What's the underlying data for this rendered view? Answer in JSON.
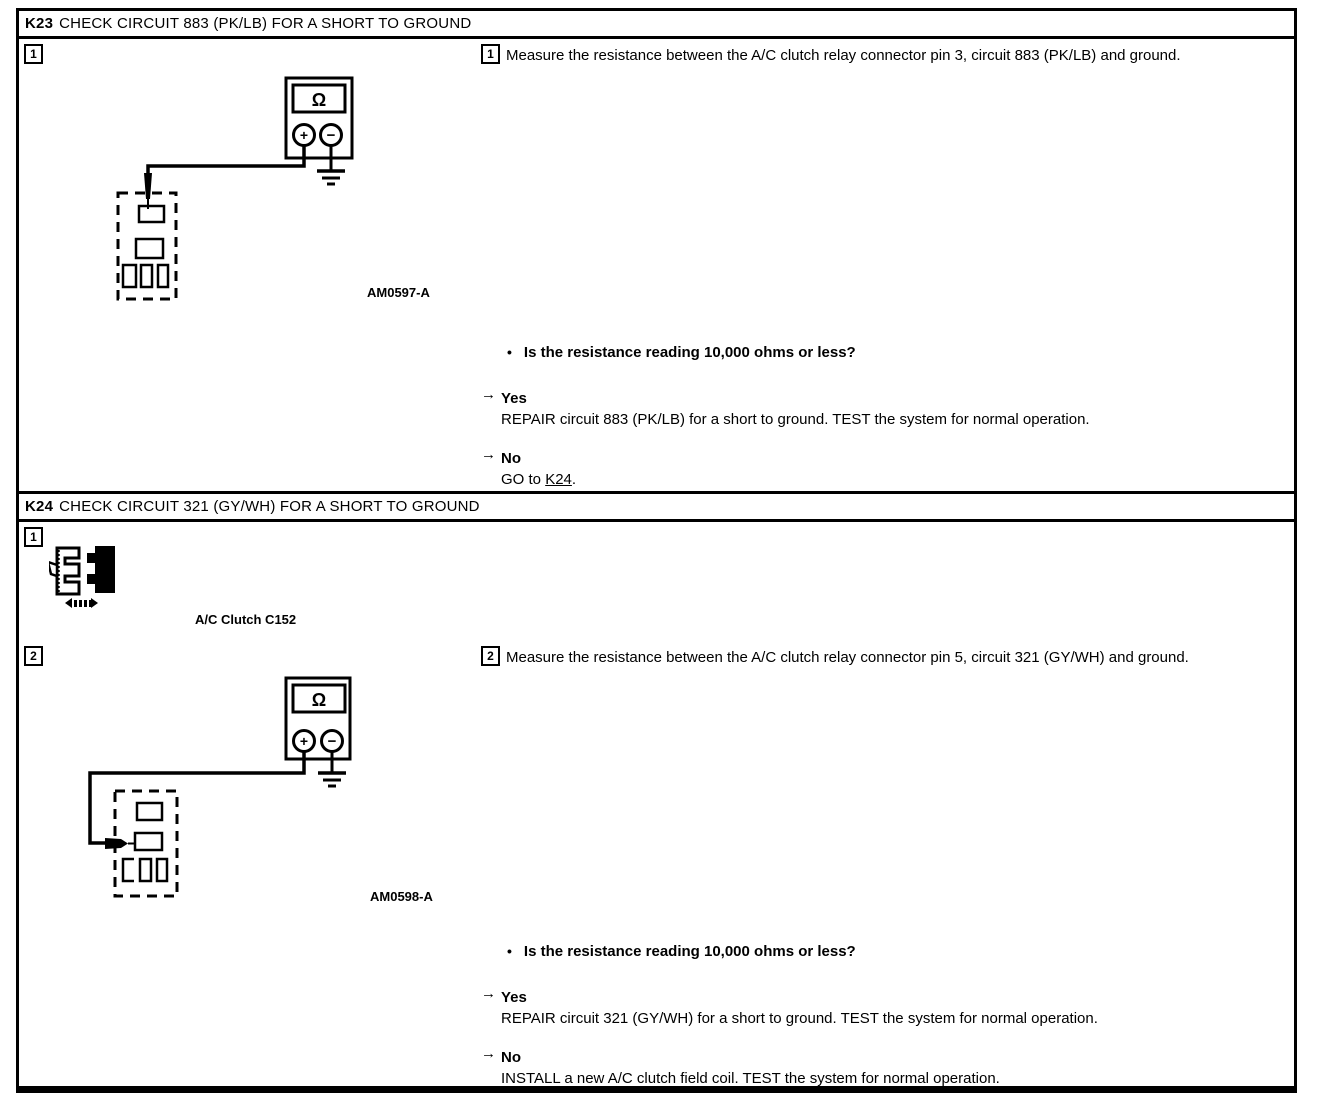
{
  "glyphs": {
    "ohm": "Ω",
    "plus": "+",
    "minus": "−",
    "bullet": "•",
    "arrow": "→"
  },
  "k23": {
    "code": "K23",
    "title": "CHECK CIRCUIT 883 (PK/LB) FOR A SHORT TO GROUND",
    "fig_step": "1",
    "fig_label": "AM0597-A",
    "step_num": "1",
    "step_text": "Measure the resistance between the A/C clutch relay connector pin 3, circuit 883 (PK/LB) and ground.",
    "question": "Is the resistance reading 10,000 ohms or less?",
    "yes_label": "Yes",
    "yes_text": "REPAIR circuit 883 (PK/LB) for a short to ground. TEST the system for normal operation.",
    "no_label": "No",
    "no_prefix": "GO to ",
    "no_link": "K24",
    "no_suffix": "."
  },
  "k24": {
    "code": "K24",
    "title": "CHECK CIRCUIT 321 (GY/WH) FOR A SHORT TO GROUND",
    "fig1_step": "1",
    "fig1_label": "A/C Clutch C152",
    "fig2_step": "2",
    "fig2_label": "AM0598-A",
    "step_num": "2",
    "step_text": "Measure the resistance between the A/C clutch relay connector pin 5, circuit 321 (GY/WH) and ground.",
    "question": "Is the resistance reading 10,000 ohms or less?",
    "yes_label": "Yes",
    "yes_text": "REPAIR circuit 321 (GY/WH) for a short to ground. TEST the system for normal operation.",
    "no_label": "No",
    "no_text": "INSTALL a new A/C clutch field coil. TEST the system for normal operation."
  }
}
